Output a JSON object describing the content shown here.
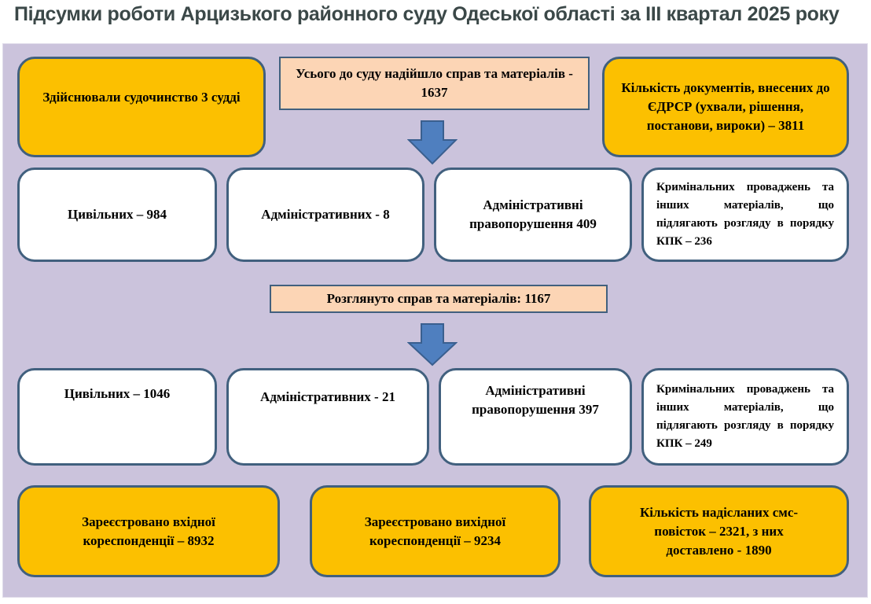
{
  "title": "Підсумки роботи Арцизького районного суду Одеської області за ІІІ квартал 2025 року",
  "top": {
    "judges": "Здійснювали судочинство 3 судді",
    "received_total": "Усього до суду надійшло справ та матеріалів - 1637",
    "edrsr_docs": "Кількість документів, внесених до ЄДРСР (ухвали, рішення, постанови, вироки) – 3811"
  },
  "received": {
    "civil": "Цивільних – 984",
    "administrative": "Адміністративних - 8",
    "admin_offenses": "Адміністративні правопорушення 409",
    "criminal": "Кримінальних проваджень та інших матеріалів, що підлягають розгляду в порядку КПК – 236"
  },
  "considered_total": "Розглянуто справ та матеріалів: 1167",
  "considered": {
    "civil": "Цивільних – 1046",
    "administrative": "Адміністративних - 21",
    "admin_offenses": "Адміністративні правопорушення 397",
    "criminal": "Кримінальних проваджень та інших матеріалів, що підлягають розгляду в порядку КПК – 249"
  },
  "bottom": {
    "incoming": "Зареєстровано вхідної кореспонденції – 8932",
    "outgoing": "Зареєстровано вихідної кореспонденції – 9234",
    "sms": "Кількість надісланих смс-повісток – 2321, з них доставлено - 1890"
  },
  "colors": {
    "yellow": "#fcc000",
    "peach": "#fcd5b5",
    "panel": "#cbc3dc",
    "border": "#41607e",
    "arrow": "#4f7fbf"
  }
}
